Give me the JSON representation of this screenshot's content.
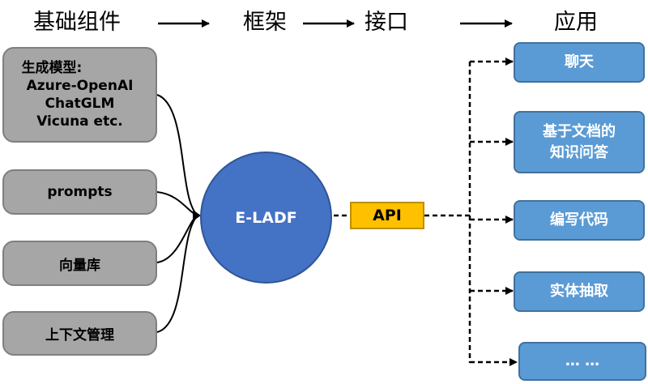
{
  "headers": {
    "components": "基础组件",
    "framework": "框架",
    "interface": "接口",
    "applications": "应用"
  },
  "components": {
    "models": {
      "title": "生成模型:",
      "items": [
        "Azure-OpenAI",
        "ChatGLM",
        "Vicuna etc."
      ]
    },
    "prompts": "prompts",
    "vector_store": "向量库",
    "context": "上下文管理"
  },
  "framework": {
    "name": "E-LADF"
  },
  "interface": {
    "name": "API"
  },
  "applications": {
    "chat": "聊天",
    "doc_qa_line1": "基于文档的",
    "doc_qa_line2": "知识问答",
    "coding": "编写代码",
    "entity": "实体抽取",
    "more": "…  …"
  },
  "colors": {
    "component_fill": "#a6a6a6",
    "framework_fill": "#4472c4",
    "api_fill": "#ffc000",
    "app_fill": "#5b9bd5"
  }
}
